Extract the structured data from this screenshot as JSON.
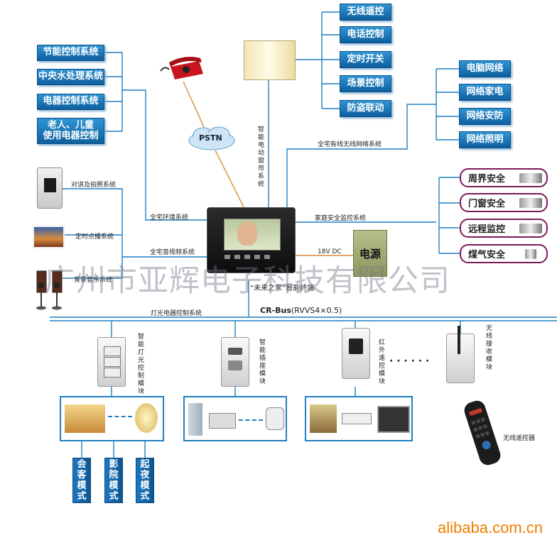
{
  "left_systems": [
    "节能控制系统",
    "中央水处理系统",
    "电器控制系统",
    "老人、儿童\n使用电器控制"
  ],
  "top_controls": [
    "无线遥控",
    "电话控制",
    "定时开关",
    "场景控制",
    "防盗联动"
  ],
  "network_items": [
    "电脑网络",
    "网络家电",
    "网络安防",
    "网络照明"
  ],
  "security_items": [
    "周界安全",
    "门窗安全",
    "远程监控",
    "煤气安全"
  ],
  "pstn_label": "PSTN",
  "curtain_label": "智能电动窗帘系统",
  "network_system_label": "全宅有线无线网络系统",
  "intercom_label": "对讲及拍照系统",
  "broadcast_label": "定时点播系统",
  "music_label": "背景音乐系统",
  "environment_label": "全宅环境系统",
  "av_label": "全宅音视频系统",
  "security_system_label": "家庭安全监控系统",
  "dc_label": "18V DC",
  "power_label": "电源",
  "terminal_label": "“未来之家”智能终端",
  "lighting_system_label": "灯光电器控制系统",
  "bus_label": "CR-Bus",
  "bus_spec": "(RVVS4×0.5)",
  "modules": [
    "智能灯光控制模块",
    "智能插座模块",
    "红外遥控模块",
    "无线接收模块"
  ],
  "dots": "· · · · · ·",
  "modes": [
    "会客模式",
    "影院模式",
    "起夜模式"
  ],
  "remote_label": "无线遥控器",
  "watermark": "广州市亚辉电子科技有限公司",
  "footer": "alibaba.com.cn",
  "colors": {
    "line": "#1f7fc0",
    "box": "#1168ad",
    "security_border": "#7b1a5a",
    "footer": "#f07d00",
    "pstn_line": "#d88b38"
  }
}
